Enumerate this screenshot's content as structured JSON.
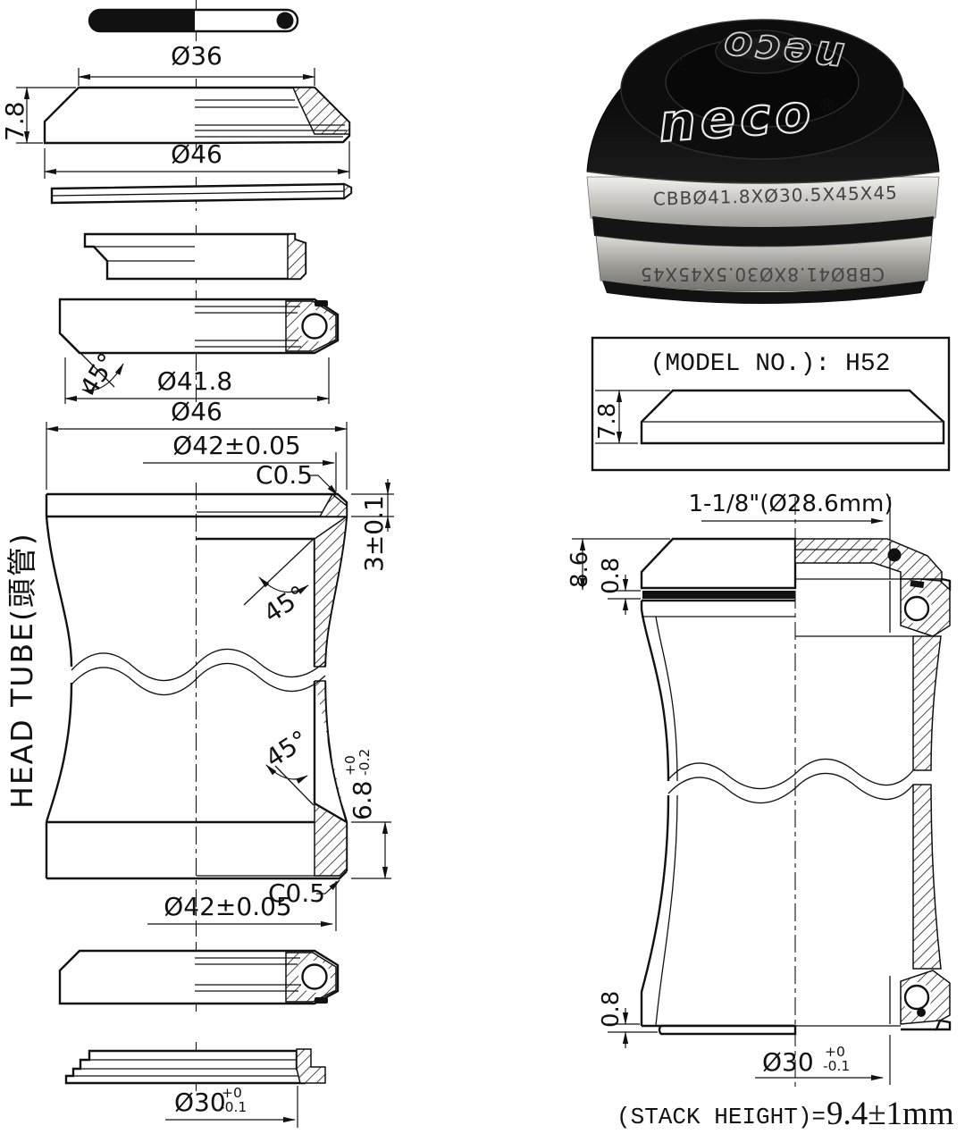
{
  "page": {
    "background": "#ffffff",
    "line_color": "#111111"
  },
  "photo": {
    "brand": "neco",
    "reg": "®",
    "bearing_text_top": "CBBØ41.8XØ30.5X45X45",
    "bearing_text_bottom": "CBBØ41.8XØ30.5X45X45",
    "cap_color": "#0c0c0c",
    "silver_color": "#c9c9c5"
  },
  "model_box": {
    "label": "(MODEL NO.): H52",
    "dim_height": "7.8"
  },
  "left_view": {
    "title": "HEAD TUBE(頭管)",
    "dim_cap_od_top": "Ø36",
    "dim_cap_height": "7.8",
    "dim_cap_od": "Ø46",
    "bearing_angle": "45°",
    "dim_bearing_od": "Ø41.8",
    "dim_tube_od": "Ø46",
    "dim_bore_top": "Ø42±0.05",
    "chamfer_top": "C0.5",
    "dim_seat_depth_top": "3±0.1",
    "seat_angle_upper": "45°",
    "seat_angle_lower": "45°",
    "dim_seat_depth_bottom": "6.8",
    "dim_seat_depth_bottom_tol_plus": "+0",
    "dim_seat_depth_bottom_tol_minus": "-0.2",
    "chamfer_bottom": "C0.5",
    "dim_bore_bottom": "Ø42±0.05",
    "dim_crown_race": "Ø30",
    "dim_crown_race_tol_plus": "+0",
    "dim_crown_race_tol_minus": "-0.1"
  },
  "right_view": {
    "steerer_label": "1-1/8\"(Ø28.6mm)",
    "dim_stack_top": "8.6",
    "dim_seal_top": "0.8",
    "dim_seal_bottom": "0.8",
    "dim_crown": "Ø30",
    "dim_crown_tol_plus": "+0",
    "dim_crown_tol_minus": "-0.1",
    "stack_label": "(STACK HEIGHT)=",
    "stack_value": "9.4±1mm"
  }
}
